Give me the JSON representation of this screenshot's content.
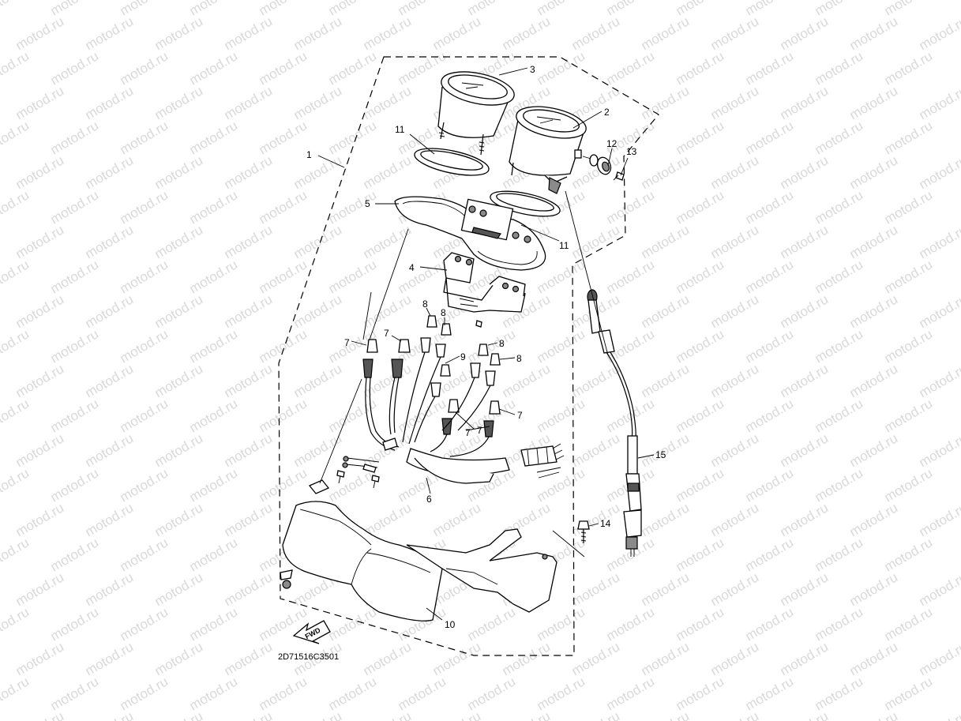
{
  "watermark": {
    "text": "motod.ru"
  },
  "callouts": {
    "c1": "1",
    "c2": "2",
    "c3": "3",
    "c4": "4",
    "c5": "5",
    "c6": "6",
    "c7a": "7",
    "c7b": "7",
    "c7c": "7",
    "c7d": "7",
    "c7e": "7",
    "c8a": "8",
    "c8b": "8",
    "c8c": "8",
    "c8d": "8",
    "c9": "9",
    "c10": "10",
    "c11a": "11",
    "c11b": "11",
    "c12": "12",
    "c13": "13",
    "c14": "14",
    "c15": "15"
  },
  "fwd_label": "FWD",
  "diagram_code": "2D71516C3501"
}
